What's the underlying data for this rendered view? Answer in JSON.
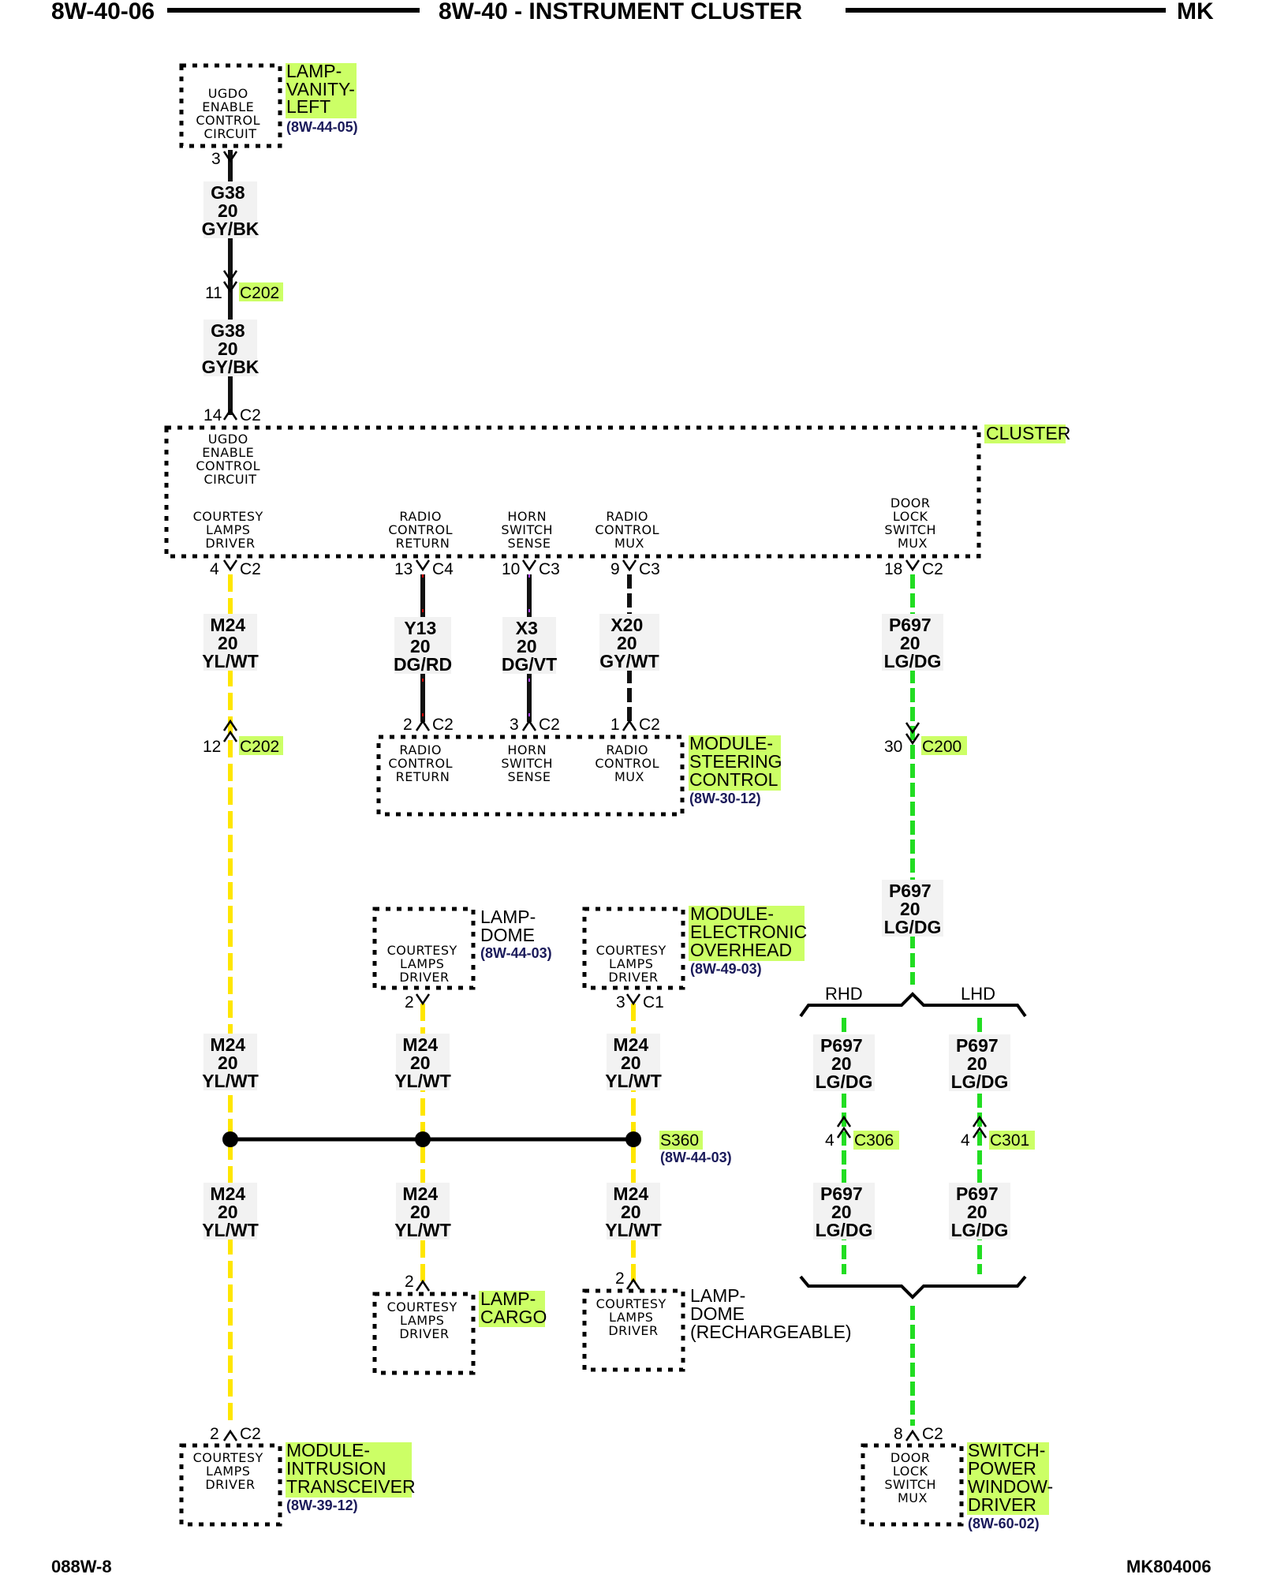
{
  "header": {
    "left": "8W-40-06",
    "center": "8W-40 - INSTRUMENT CLUSTER",
    "right": "MK"
  },
  "footer": {
    "left": "088W-8",
    "right": "MK804006"
  },
  "colors": {
    "yellow_wire": "#ffe600",
    "green_wire": "#22dd22",
    "highlight": "#ccff66",
    "ref_text": "#1a1a5a"
  },
  "components": {
    "lamp_vanity_left": {
      "name": [
        "LAMP-",
        "VANITY-",
        "LEFT"
      ],
      "ref": "(8W-44-05)",
      "circuit": [
        "UGDO",
        "ENABLE",
        "CONTROL",
        "CIRCUIT"
      ]
    },
    "cluster": {
      "name": "CLUSTER",
      "ugdo": [
        "UGDO",
        "ENABLE",
        "CONTROL",
        "CIRCUIT"
      ],
      "courtesy": [
        "COURTESY",
        "LAMPS",
        "DRIVER"
      ],
      "radio_return": [
        "RADIO",
        "CONTROL",
        "RETURN"
      ],
      "horn": [
        "HORN",
        "SWITCH",
        "SENSE"
      ],
      "radio_mux": [
        "RADIO",
        "CONTROL",
        "MUX"
      ],
      "door_lock": [
        "DOOR",
        "LOCK",
        "SWITCH",
        "MUX"
      ]
    },
    "steering_module": {
      "name": [
        "MODULE-",
        "STEERING",
        "CONTROL"
      ],
      "ref": "(8W-30-12)",
      "radio_return": [
        "RADIO",
        "CONTROL",
        "RETURN"
      ],
      "horn": [
        "HORN",
        "SWITCH",
        "SENSE"
      ],
      "radio_mux": [
        "RADIO",
        "CONTROL",
        "MUX"
      ]
    },
    "lamp_dome": {
      "name": [
        "LAMP-",
        "DOME"
      ],
      "ref": "(8W-44-03)",
      "circuit": [
        "COURTESY",
        "LAMPS",
        "DRIVER"
      ]
    },
    "overhead_module": {
      "name": [
        "MODULE-",
        "ELECTRONIC",
        "OVERHEAD"
      ],
      "ref": "(8W-49-03)",
      "circuit": [
        "COURTESY",
        "LAMPS",
        "DRIVER"
      ]
    },
    "lamp_cargo": {
      "name": [
        "LAMP-",
        "CARGO"
      ],
      "circuit": [
        "COURTESY",
        "LAMPS",
        "DRIVER"
      ]
    },
    "lamp_dome_rech": {
      "name": [
        "LAMP-",
        "DOME",
        "(RECHARGEABLE)"
      ],
      "circuit": [
        "COURTESY",
        "LAMPS",
        "DRIVER"
      ]
    },
    "intrusion_module": {
      "name": [
        "MODULE-",
        "INTRUSION",
        "TRANSCEIVER"
      ],
      "ref": "(8W-39-12)",
      "circuit": [
        "COURTESY",
        "LAMPS",
        "DRIVER"
      ]
    },
    "power_window_switch": {
      "name": [
        "SWITCH-",
        "POWER",
        "WINDOW-",
        "DRIVER"
      ],
      "ref": "(8W-60-02)",
      "circuit": [
        "DOOR",
        "LOCK",
        "SWITCH",
        "MUX"
      ]
    }
  },
  "wires": {
    "g38": [
      "G38",
      "20",
      "GY/BK"
    ],
    "m24": [
      "M24",
      "20",
      "YL/WT"
    ],
    "y13": [
      "Y13",
      "20",
      "DG/RD"
    ],
    "x3": [
      "X3",
      "20",
      "DG/VT"
    ],
    "x20": [
      "X20",
      "20",
      "GY/WT"
    ],
    "p697": [
      "P697",
      "20",
      "LG/DG"
    ]
  },
  "pins": {
    "vanity_3": "3",
    "c202_11": "11",
    "c202_name": "C202",
    "cl_14": "14",
    "c2": "C2",
    "cl_4": "4",
    "cl_13": "13",
    "c4": "C4",
    "cl_10": "10",
    "c3": "C3",
    "cl_9": "9",
    "cl_18": "18",
    "sc_2": "2",
    "sc_3": "3",
    "sc_1": "1",
    "c202b_12": "12",
    "c200_30": "30",
    "c200_name": "C200",
    "dome_2": "2",
    "ovh_3": "3",
    "c1": "C1",
    "c306_4": "4",
    "c306_name": "C306",
    "c301_4": "4",
    "c301_name": "C301",
    "cargo_2": "2",
    "rech_2": "2",
    "intr_2": "2",
    "pw_8": "8"
  },
  "splice": {
    "name": "S360",
    "ref": "(8W-44-03)"
  },
  "options": {
    "rhd": "RHD",
    "lhd": "LHD"
  }
}
